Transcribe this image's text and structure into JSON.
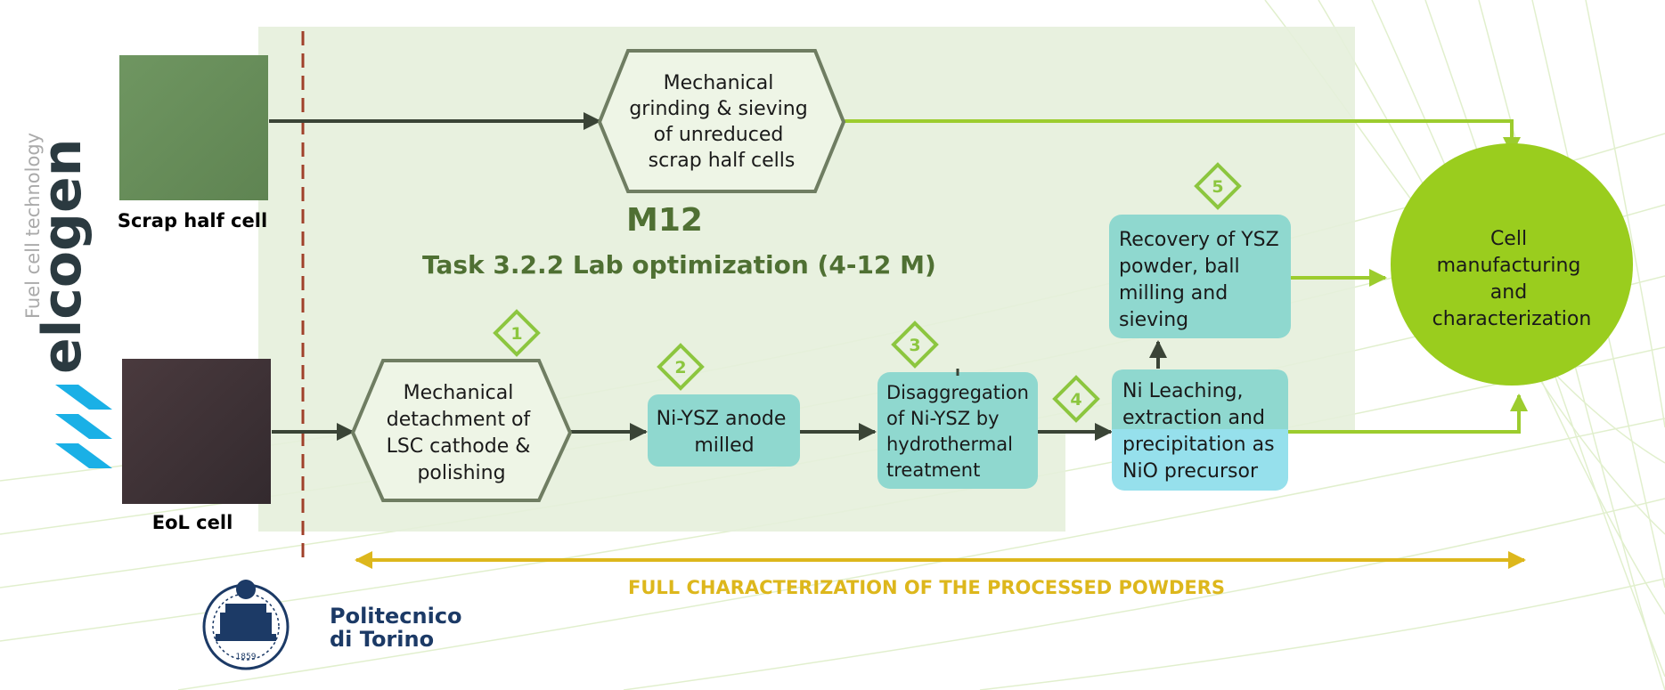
{
  "logos": {
    "elcogen": {
      "name": "elcogen",
      "tagline": "Fuel cell technology"
    },
    "polito": {
      "line1": "Politecnico",
      "line2": "di Torino",
      "year": "1859"
    }
  },
  "inputs": {
    "scrap": "Scrap half cell",
    "eol": "EoL cell"
  },
  "milestone": "M12",
  "task": "Task 3.2.2 Lab optimization (4-12 M)",
  "steps": {
    "grinding": [
      "Mechanical",
      "grinding & sieving",
      "of unreduced",
      "scrap half cells"
    ],
    "detach": [
      "Mechanical",
      "detachment of",
      "LSC cathode &",
      "polishing"
    ],
    "milled": [
      "Ni-YSZ anode",
      "milled"
    ],
    "disagg": [
      "Disaggregation",
      "of  Ni-YSZ  by",
      "hydrothermal",
      "treatment"
    ],
    "leach": [
      "Ni Leaching,",
      "extraction and",
      "precipitation as",
      "NiO precursor"
    ],
    "recovery": [
      "Recovery of YSZ",
      "powder, ball",
      "milling and",
      "sieving"
    ],
    "cell": [
      "Cell",
      "manufacturing",
      "and",
      "characterization"
    ]
  },
  "markers": [
    "1",
    "2",
    "3",
    "4",
    "5"
  ],
  "characterization": "FULL CHARACTERIZATION OF THE PROCESSED POWDERS",
  "colors": {
    "shaded_area": "#e6f0dc",
    "teal_box": "#8fd8cf",
    "light_blue": "#96e0ec",
    "hexagon_border": "#6f7d62",
    "green_arrow": "#9ccc2e",
    "dark_arrow": "#3a4436",
    "cell_circle": "#9acd1e",
    "marker": "#8cc63f",
    "gold": "#ddb71c",
    "divider": "#a0402a",
    "task_text": "#4f7033",
    "elcogen_blue": "#1ab0e6",
    "polito_navy": "#1c3a66"
  }
}
